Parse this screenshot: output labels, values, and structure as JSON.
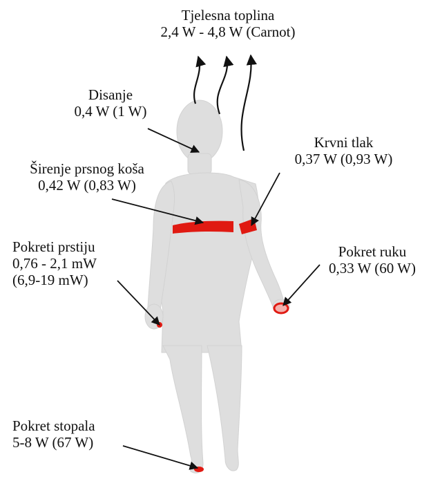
{
  "colors": {
    "body": "#dedede",
    "arrow": "#111111",
    "harvester": "#e01a12",
    "background": "#ffffff"
  },
  "labels": {
    "body_heat": {
      "title": "Tjelesna toplina",
      "value": "2,4 W - 4,8 W (Carnot)"
    },
    "breathing": {
      "title": "Disanje",
      "value": "0,4 W (1 W)"
    },
    "blood_pressure": {
      "title": "Krvni tlak",
      "value": "0,37 W (0,93 W)"
    },
    "chest_expansion": {
      "title": "Širenje prsnog koša",
      "value": "0,42 W (0,83 W)"
    },
    "finger_motion": {
      "title": "Pokreti prstiju",
      "value": "0,76 - 2,1 mW",
      "value2": "(6,9-19 mW)"
    },
    "arm_motion": {
      "title": "Pokret ruku",
      "value": "0,33 W (60 W)"
    },
    "foot_motion": {
      "title": "Pokret stopala",
      "value": "5-8 W (67 W)"
    }
  }
}
